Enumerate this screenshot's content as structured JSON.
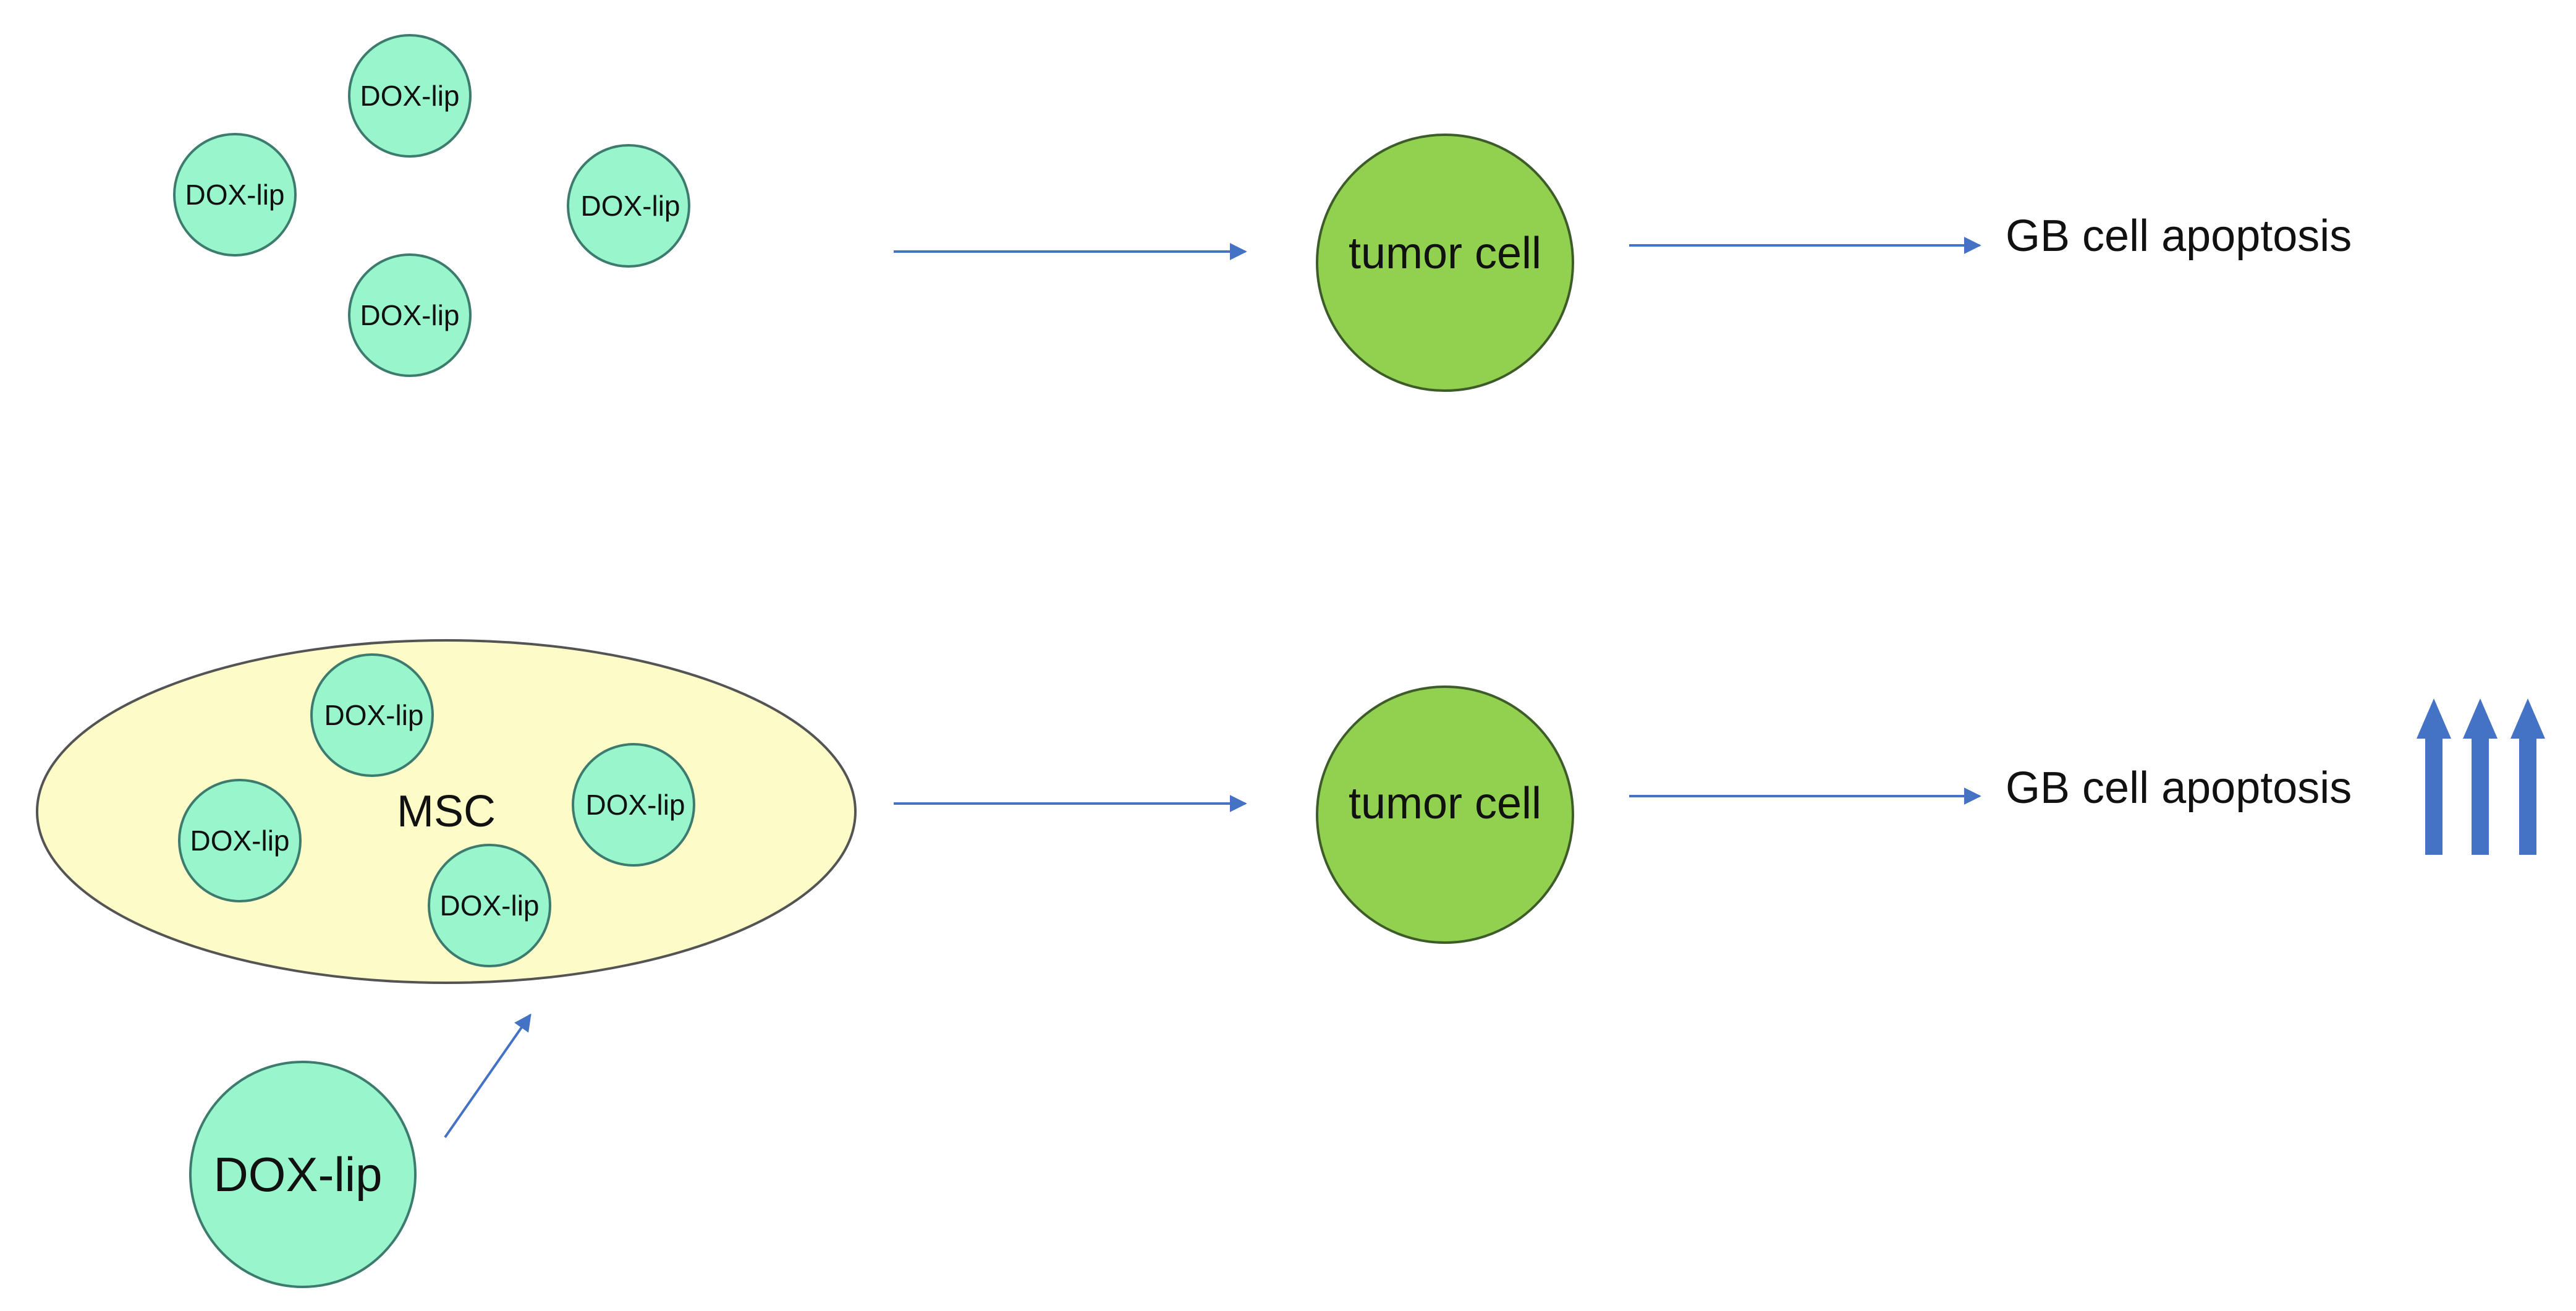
{
  "liposome_label": "DOX-lip",
  "top_row": {
    "liposomes": [
      "DOX-lip",
      "DOX-lip",
      "DOX-lip",
      "DOX-lip"
    ],
    "target": "tumor cell",
    "outcome": "GB cell apoptosis"
  },
  "bottom_row": {
    "carrier": "MSC",
    "liposomes": [
      "DOX-lip",
      "DOX-lip",
      "DOX-lip",
      "DOX-lip"
    ],
    "free_liposome": "DOX-lip",
    "target": "tumor cell",
    "outcome": "GB cell apoptosis"
  },
  "colors": {
    "liposome_fill": "#99f5cc",
    "tumor_fill": "#92d050",
    "msc_fill": "#fdfcc8",
    "arrow": "#4472c4"
  }
}
